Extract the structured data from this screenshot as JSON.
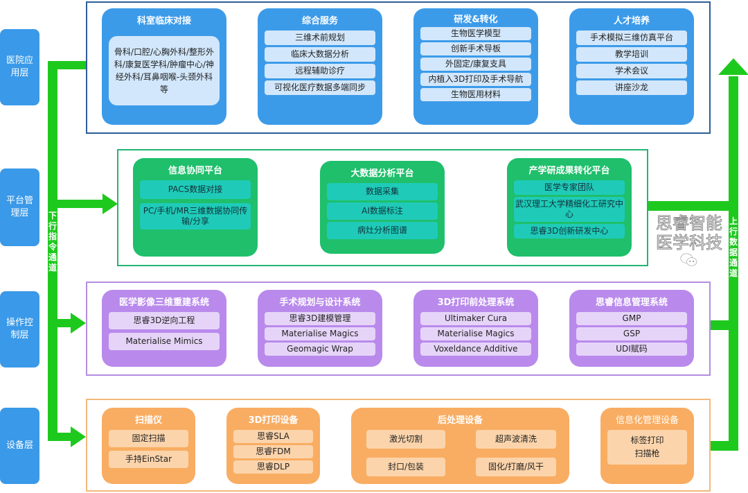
{
  "layers": [
    "医院应用层",
    "平台管理层",
    "操作控制层",
    "设备层"
  ],
  "channels": {
    "down": "下行指令通道",
    "up": "上行数据通道"
  },
  "hospital": [
    {
      "title": "科室临床对接",
      "items": [
        "骨科/口腔/心胸外科/整形外科/康复医学科/肿瘤中心/神经外科/耳鼻咽喉-头颈外科等"
      ]
    },
    {
      "title": "综合服务",
      "items": [
        "三维术前规划",
        "临床大数据分析",
        "远程辅助诊疗",
        "可视化医疗数据多端同步"
      ]
    },
    {
      "title": "研发&转化",
      "items": [
        "生物医学模型",
        "创新手术导板",
        "外固定/康复支具",
        "内植入3D打印及手术导航",
        "生物医用材料"
      ]
    },
    {
      "title": "人才培养",
      "items": [
        "手术模拟三维仿真平台",
        "教学培训",
        "学术会议",
        "讲座沙龙"
      ]
    }
  ],
  "platform": [
    {
      "title": "信息协同平台",
      "items": [
        "PACS数据对接",
        "PC/手机/MR三维数据协同传输/分享"
      ]
    },
    {
      "title": "大数据分析平台",
      "items": [
        "数据采集",
        "AI数据标注",
        "病灶分析图谱"
      ]
    },
    {
      "title": "产学研成果转化平台",
      "items": [
        "医学专家团队",
        "武汉理工大学精细化工研究中心",
        "思睿3D创新研发中心"
      ]
    }
  ],
  "control": [
    {
      "title": "医学影像三维重建系统",
      "items": [
        "思睿3D逆向工程",
        "Materialise Mimics"
      ]
    },
    {
      "title": "手术规划与设计系统",
      "items": [
        "思睿3D建模管理",
        "Materialise Magics",
        "Geomagic Wrap"
      ]
    },
    {
      "title": "3D打印前处理系统",
      "items": [
        "Ultimaker Cura",
        "Materialise Magics",
        "Voxeldance Additive"
      ]
    },
    {
      "title": "思睿信息管理系统",
      "items": [
        "GMP",
        "GSP",
        "UDI赋码"
      ]
    }
  ],
  "device": [
    {
      "title": "扫描仪",
      "items": [
        "固定扫描",
        "手持EinStar"
      ]
    },
    {
      "title": "3D打印设备",
      "items": [
        "思睿SLA",
        "思睿FDM",
        "思睿DLP"
      ]
    },
    {
      "title": "后处理设备",
      "items": [
        "激光切割",
        "超声波清洗",
        "封口/包装",
        "固化/打磨/风干"
      ]
    },
    {
      "title": "信息化管理设备",
      "items": [
        "标签打印",
        "扫描枪"
      ]
    }
  ],
  "watermark": "思睿智能医学科技"
}
